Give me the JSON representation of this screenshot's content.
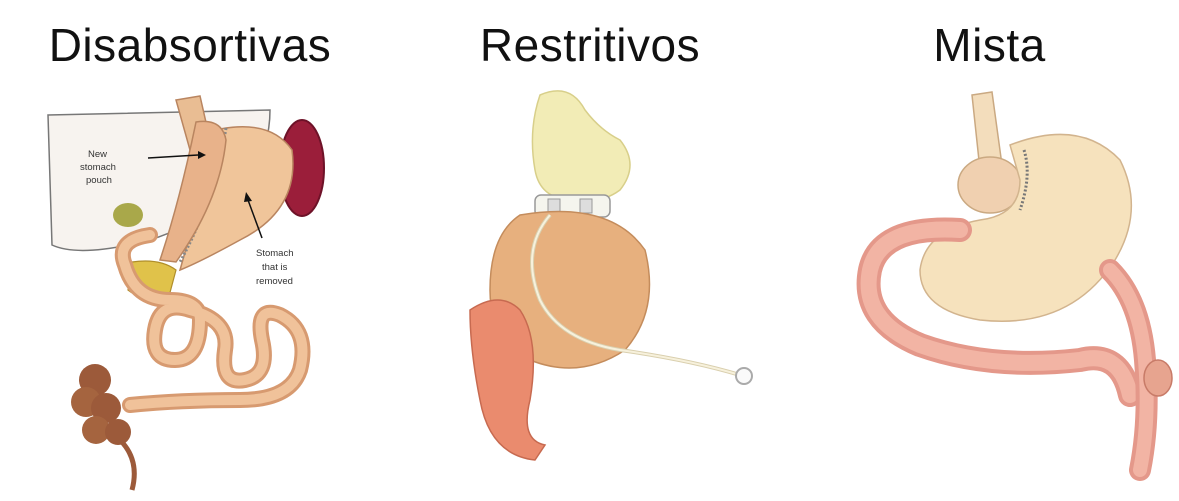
{
  "panels": [
    {
      "title": "Disabsortivas",
      "labels": {
        "new_pouch": [
          "New",
          "stomach",
          "pouch"
        ],
        "removed": [
          "Stomach",
          "that is",
          "removed"
        ]
      }
    },
    {
      "title": "Restritivos"
    },
    {
      "title": "Mista"
    }
  ],
  "colors": {
    "stomach": "#efc29a",
    "intestine": "#e6a37a",
    "spleen": "#9b1e3a",
    "band_top": "#f2ecb6",
    "stomach_light": "#f6e2bd"
  }
}
